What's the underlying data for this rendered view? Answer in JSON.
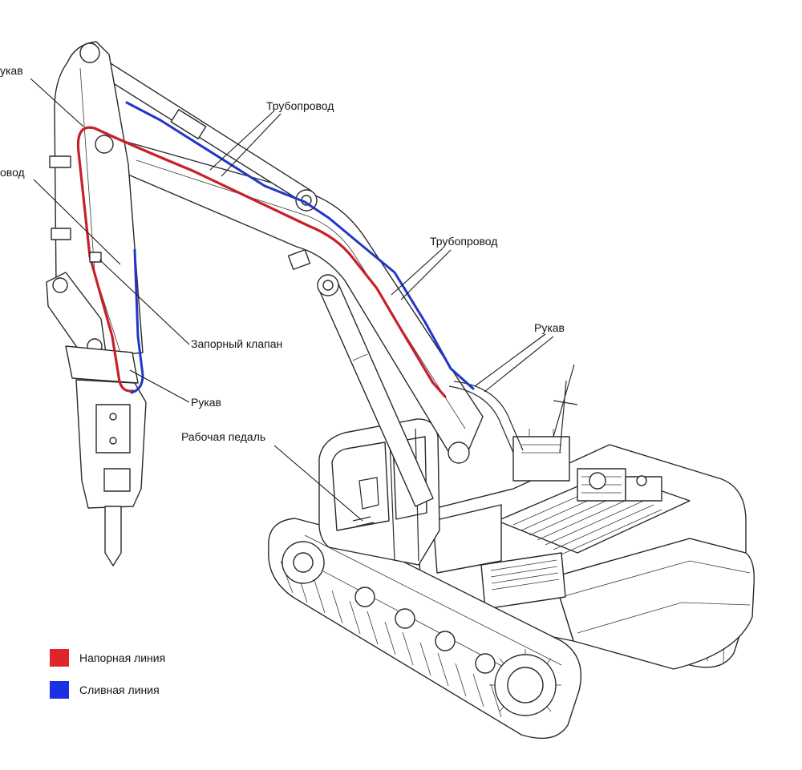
{
  "labels": {
    "hose_top_left": "укав",
    "pipeline_left": "овод",
    "pipeline_stick_cylinder": "Трубопровод",
    "pipeline_boom": "Трубопровод",
    "hose_right": "Рукав",
    "shutoff_valve": "Запорный клапан",
    "hose_hammer": "Рукав",
    "work_pedal": "Рабочая педаль"
  },
  "legend": [
    {
      "label": "Напорная линия",
      "color": "#e3232b"
    },
    {
      "label": "Сливная линия",
      "color": "#1b2fe6"
    }
  ],
  "colors": {
    "pressure_line": "#c8202a",
    "return_line": "#2236c8",
    "outline": "#2a2a2a"
  }
}
